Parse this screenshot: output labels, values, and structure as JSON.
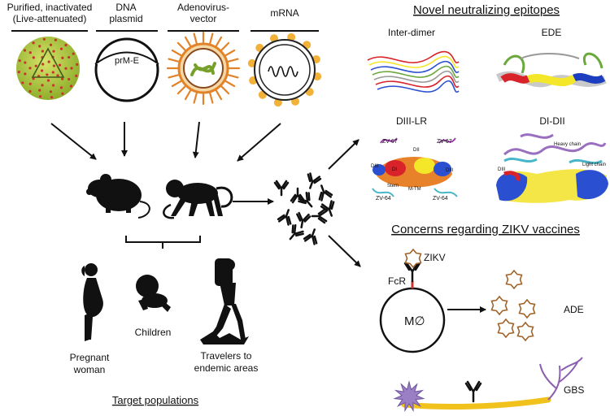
{
  "vaccine_types": [
    {
      "line1": "Purified, inactivated",
      "line2": "(Live-attenuated)"
    },
    {
      "line1": "DNA",
      "line2": "plasmid"
    },
    {
      "line1": "Adenovirus-",
      "line2": "vector"
    },
    {
      "line1": "mRNA",
      "line2": ""
    }
  ],
  "dna_label": "prM-E",
  "target_populations": {
    "title": "Target populations",
    "pregnant": {
      "line1": "Pregnant",
      "line2": "woman"
    },
    "children": "Children",
    "travelers": {
      "line1": "Travelers to",
      "line2": "endemic areas"
    }
  },
  "epitopes": {
    "title": "Novel neutralizing epitopes",
    "panels": [
      "Inter-dimer",
      "EDE",
      "DIII-LR",
      "DI-DII"
    ],
    "diii_labels": [
      "ZV-67",
      "ZV-67",
      "DII",
      "DIII",
      "DIII",
      "DI",
      "Stem",
      "M-TM",
      "ZV-64",
      "ZV-64"
    ],
    "didii_labels": [
      "Heavy chain",
      "Light chain",
      "DIII"
    ]
  },
  "concerns": {
    "title": "Concerns regarding ZIKV vaccines",
    "zikv": "ZIKV",
    "fcr": "FcR",
    "macrophage": "M∅",
    "ade": "ADE",
    "gbs": "GBS"
  },
  "colors": {
    "virion_green": "#a8c23a",
    "spike_orange": "#e2832a",
    "mrna_dot": "#f2b23a",
    "star_brown": "#a0642a",
    "gbs_purple": "#9b7fc4",
    "axon_yellow": "#f2c21c"
  }
}
